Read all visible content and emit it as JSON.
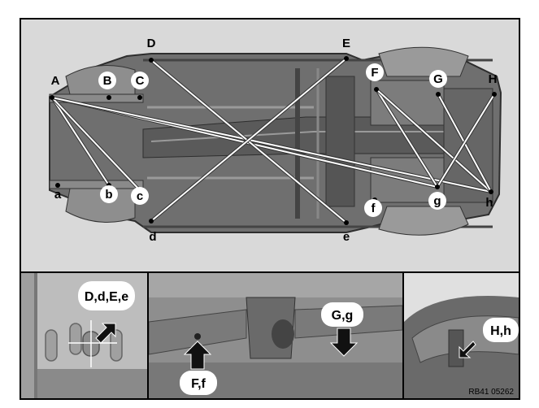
{
  "points_upper": [
    {
      "id": "A",
      "label": "A"
    },
    {
      "id": "B",
      "label": "B"
    },
    {
      "id": "C",
      "label": "C"
    },
    {
      "id": "D",
      "label": "D"
    },
    {
      "id": "E",
      "label": "E"
    },
    {
      "id": "F",
      "label": "F"
    },
    {
      "id": "G",
      "label": "G"
    },
    {
      "id": "H",
      "label": "H"
    }
  ],
  "points_lower": [
    {
      "id": "a",
      "label": "a"
    },
    {
      "id": "b",
      "label": "b"
    },
    {
      "id": "c",
      "label": "c"
    },
    {
      "id": "d",
      "label": "d"
    },
    {
      "id": "e",
      "label": "e"
    },
    {
      "id": "f",
      "label": "f"
    },
    {
      "id": "g",
      "label": "g"
    },
    {
      "id": "h",
      "label": "h"
    }
  ],
  "details": {
    "left_label": "D,d,E,e",
    "mid_label_1": "F,f",
    "mid_label_2": "G,g",
    "right_label": "H,h"
  },
  "reference_code": "RB41 05262",
  "colors": {
    "body": "#6e6e6e",
    "dark": "#3c3c3c",
    "light": "#a8a8a8",
    "bg": "#d8d8d8"
  }
}
